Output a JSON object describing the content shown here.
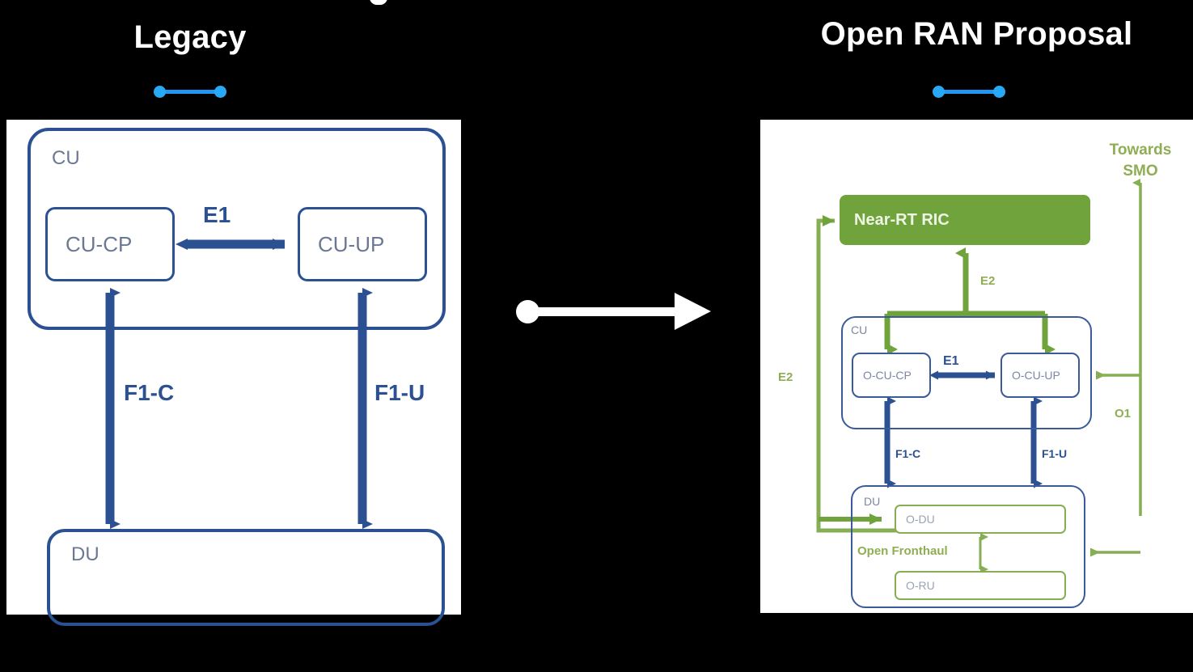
{
  "slide": {
    "background": "#000000",
    "left_title": "Legacy",
    "right_title": "Open RAN Proposal",
    "transition_arrow_icon": "right-arrow-icon"
  },
  "colors": {
    "blue_stroke": "#2b5193",
    "blue_stroke_light": "#3a5a9a",
    "green_fill": "#71a33d",
    "green_stroke": "#86ae53",
    "green_text": "#8fae54",
    "label_grey": "#6b7894",
    "accent_dot": "#29a9f5",
    "panel_bg": "#ffffff",
    "title_text": "#ffffff"
  },
  "legacy": {
    "cu_group_label": "CU",
    "cu_cp_label": "CU-CP",
    "cu_up_label": "CU-UP",
    "e1_label": "E1",
    "f1c_label": "F1-C",
    "f1u_label": "F1-U",
    "du_group_label": "DU"
  },
  "oran": {
    "ric_label": "Near-RT RIC",
    "towards_smo_label": "Towards\nSMO",
    "towards_smo_line1": "Towards",
    "towards_smo_line2": "SMO",
    "cu_group_label": "CU",
    "o_cu_cp_label": "O-CU-CP",
    "o_cu_up_label": "O-CU-UP",
    "e1_label": "E1",
    "e2_label_top": "E2",
    "e2_label_left": "E2",
    "o1_label": "O1",
    "f1c_label": "F1-C",
    "f1u_label": "F1-U",
    "du_group_label": "DU",
    "o_du_label": "O-DU",
    "o_ru_label": "O-RU",
    "open_fronthaul_label": "Open Fronthaul"
  }
}
